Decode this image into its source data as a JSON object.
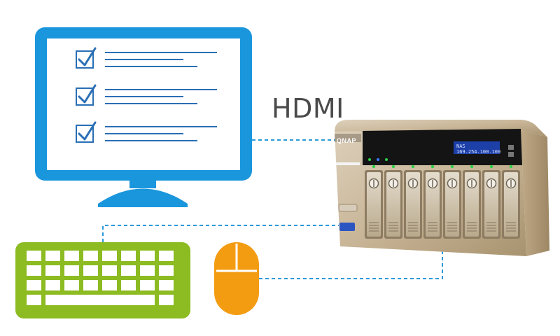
{
  "connection_label": "HDMI",
  "device": {
    "brand": "QNAP",
    "lcd_line1": "NAS",
    "lcd_line2": "169.254.100.100",
    "drive_bays": 8
  },
  "checklist_rows": 3,
  "colors": {
    "monitor": "#1a96dc",
    "checkbox": "#2a6fb5",
    "keyboard": "#8cbb22",
    "mouse": "#f39c12",
    "connector": "#2a9ad8",
    "nas_body": "#c9b79b",
    "nas_front": "#141414"
  },
  "icons": [
    "monitor-icon",
    "keyboard-icon",
    "mouse-icon",
    "nas-device-icon"
  ]
}
